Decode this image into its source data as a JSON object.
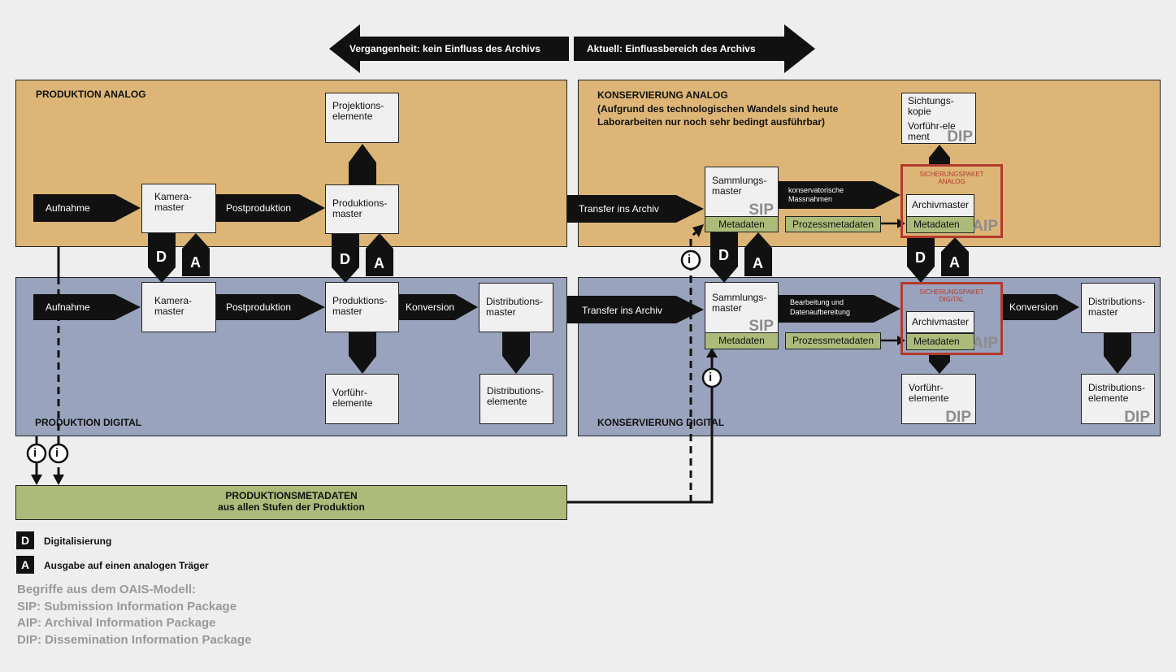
{
  "header": {
    "past": "Vergangenheit: kein Einfluss des Archivs",
    "current": "Aktuell: Einflussbereich des Archivs"
  },
  "panels": {
    "prod_analog": "PRODUKTION ANALOG",
    "prod_digital": "PRODUKTION DIGITAL",
    "kons_analog_line1": "KONSERVIERUNG ANALOG",
    "kons_analog_line2": "(Aufgrund des technologischen Wandels sind heute",
    "kons_analog_line3": "Laborarbeiten nur noch sehr bedingt ausführbar)",
    "kons_digital": "KONSERVIERUNG DIGITAL"
  },
  "boxes": {
    "projektion_1": "Projektions-",
    "projektion_2": "elemente",
    "kamera_1": "Kamera-",
    "kamera_2": "master",
    "produktion_1": "Produktions-",
    "produktion_2": "master",
    "distribution_master_1": "Distributions-",
    "distribution_master_2": "master",
    "vorfuehr_1": "Vorführ-",
    "vorfuehr_2": "elemente",
    "distribution_el_1": "Distributions-",
    "distribution_el_2": "elemente",
    "sammlung_1": "Sammlungs-",
    "sammlung_2": "master",
    "sichtung_1": "Sichtungs-",
    "sichtung_2": "kopie",
    "sichtung_3": "Vorführ-ele",
    "sichtung_4": "ment",
    "archivmaster": "Archivmaster",
    "metadaten": "Metadaten",
    "prozessmetadaten": "Prozessmetadaten",
    "sicherung_analog_1": "SICHERUNGSPAKET",
    "sicherung_analog_2": "ANALOG",
    "sicherung_digital_1": "SICHERUNGSPAKET",
    "sicherung_digital_2": "DIGITAL"
  },
  "packages": {
    "sip": "SIP",
    "aip": "AIP",
    "dip": "DIP"
  },
  "arrows": {
    "aufnahme": "Aufnahme",
    "postproduktion": "Postproduktion",
    "konversion": "Konversion",
    "transfer": "Transfer ins Archiv",
    "konservatorisch_1": "konservatorische",
    "konservatorisch_2": "Massnahmen",
    "bearbeitung_1": "Bearbeitung und",
    "bearbeitung_2": "Datenaufbereitung",
    "d": "D",
    "a": "A",
    "i": "i"
  },
  "metadata_bar": {
    "line1": "PRODUKTIONSMETADATEN",
    "line2": "aus allen Stufen der Produktion"
  },
  "legend": {
    "d_key": "D",
    "d_text": "Digitalisierung",
    "a_key": "A",
    "a_text": "Ausgabe auf einen analogen Träger",
    "oais_1": "Begriffe aus dem OAIS-Modell:",
    "oais_2": "SIP: Submission Information Package",
    "oais_3": "AIP: Archival Information Package",
    "oais_4": "DIP: Dissemination Information Package"
  },
  "colors": {
    "analog": "#ddb677",
    "digital": "#9aa3bd",
    "green": "#acbb79",
    "red": "#b33a2c",
    "background": "#efeeee"
  }
}
